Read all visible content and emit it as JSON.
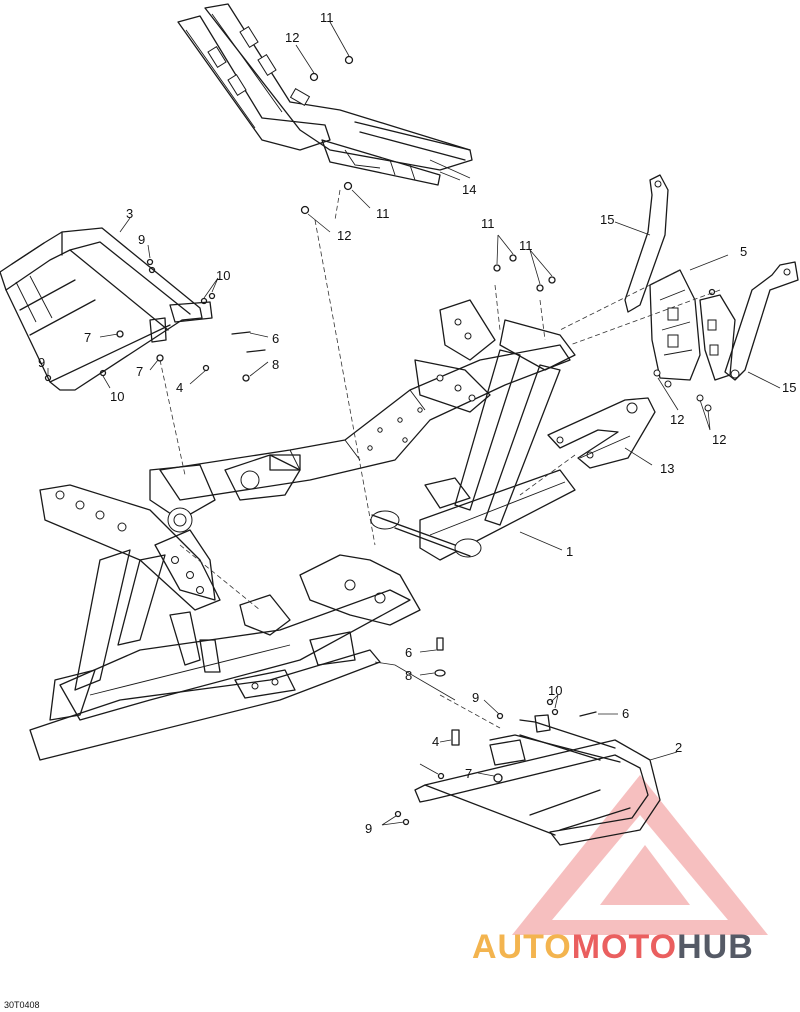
{
  "diagram": {
    "drawing_code": "30T0408",
    "callouts": [
      {
        "id": "c1",
        "label": "1"
      },
      {
        "id": "c2",
        "label": "2"
      },
      {
        "id": "c3",
        "label": "3"
      },
      {
        "id": "c4a",
        "label": "4"
      },
      {
        "id": "c4b",
        "label": "4"
      },
      {
        "id": "c5",
        "label": "5"
      },
      {
        "id": "c6a",
        "label": "6"
      },
      {
        "id": "c6b",
        "label": "6"
      },
      {
        "id": "c6c",
        "label": "6"
      },
      {
        "id": "c7a",
        "label": "7"
      },
      {
        "id": "c7b",
        "label": "7"
      },
      {
        "id": "c7c",
        "label": "7"
      },
      {
        "id": "c8a",
        "label": "8"
      },
      {
        "id": "c8b",
        "label": "8"
      },
      {
        "id": "c9a",
        "label": "9"
      },
      {
        "id": "c9b",
        "label": "9"
      },
      {
        "id": "c9c",
        "label": "9"
      },
      {
        "id": "c9d",
        "label": "9"
      },
      {
        "id": "c10a",
        "label": "10"
      },
      {
        "id": "c10b",
        "label": "10"
      },
      {
        "id": "c10c",
        "label": "10"
      },
      {
        "id": "c11a",
        "label": "11"
      },
      {
        "id": "c11b",
        "label": "11"
      },
      {
        "id": "c11c",
        "label": "11"
      },
      {
        "id": "c11d",
        "label": "11"
      },
      {
        "id": "c12a",
        "label": "12"
      },
      {
        "id": "c12b",
        "label": "12"
      },
      {
        "id": "c12c",
        "label": "12"
      },
      {
        "id": "c12d",
        "label": "12"
      },
      {
        "id": "c13",
        "label": "13"
      },
      {
        "id": "c14",
        "label": "14"
      },
      {
        "id": "c15a",
        "label": "15"
      },
      {
        "id": "c15b",
        "label": "15"
      }
    ]
  },
  "watermark": {
    "part1": "AUTO",
    "part2": "MOTO",
    "part3": "HUB",
    "colors": {
      "auto": "#f3b44f",
      "moto": "#ea5f5f",
      "hub": "#555a66",
      "triangle": "#ea5f5f"
    }
  }
}
